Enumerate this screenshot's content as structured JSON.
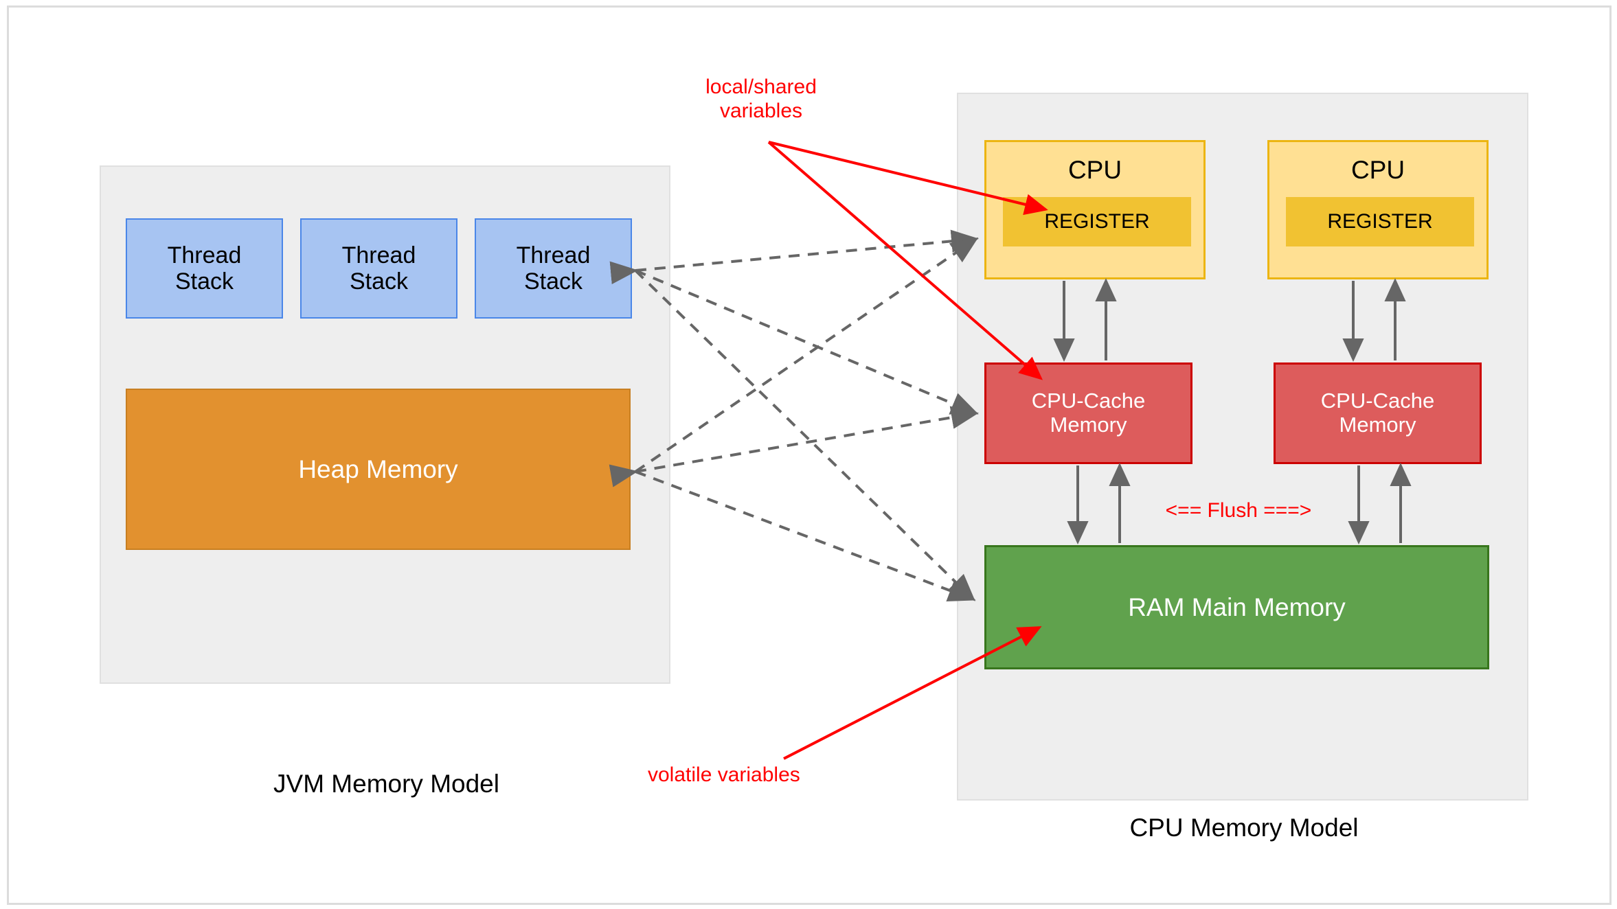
{
  "diagram": {
    "title": "JVM Memory Model and CPU Memory Model",
    "colors": {
      "thread_stack_fill": "#a7c4f2",
      "thread_stack_border": "#4a86e8",
      "heap_fill": "#e2912f",
      "heap_border": "#c87f22",
      "cpu_fill": "#ffe093",
      "cpu_border": "#ecb512",
      "register_fill": "#f1c232",
      "cache_fill": "#dd5c5c",
      "cache_border": "#cc0000",
      "ram_fill": "#60a24d",
      "ram_border": "#38761d",
      "panel_fill": "#eeeeee",
      "panel_border": "#e0e0e0",
      "annotation_red": "#ff0000",
      "wire_gray": "#666666"
    }
  },
  "jvm_panel": {
    "title": "JVM Memory Model",
    "thread_stacks": [
      {
        "label": "Thread\nStack"
      },
      {
        "label": "Thread\nStack"
      },
      {
        "label": "Thread\nStack"
      }
    ],
    "heap": {
      "label": "Heap Memory"
    }
  },
  "cpu_panel": {
    "title": "CPU Memory Model",
    "cpus": [
      {
        "label": "CPU",
        "register_label": "REGISTER",
        "cache_label": "CPU-Cache\nMemory"
      },
      {
        "label": "CPU",
        "register_label": "REGISTER",
        "cache_label": "CPU-Cache\nMemory"
      }
    ],
    "ram": {
      "label": "RAM Main Memory"
    },
    "flush_label": "<== Flush ===>"
  },
  "annotations": {
    "local_shared": "local/shared\nvariables",
    "volatile": "volatile variables"
  }
}
